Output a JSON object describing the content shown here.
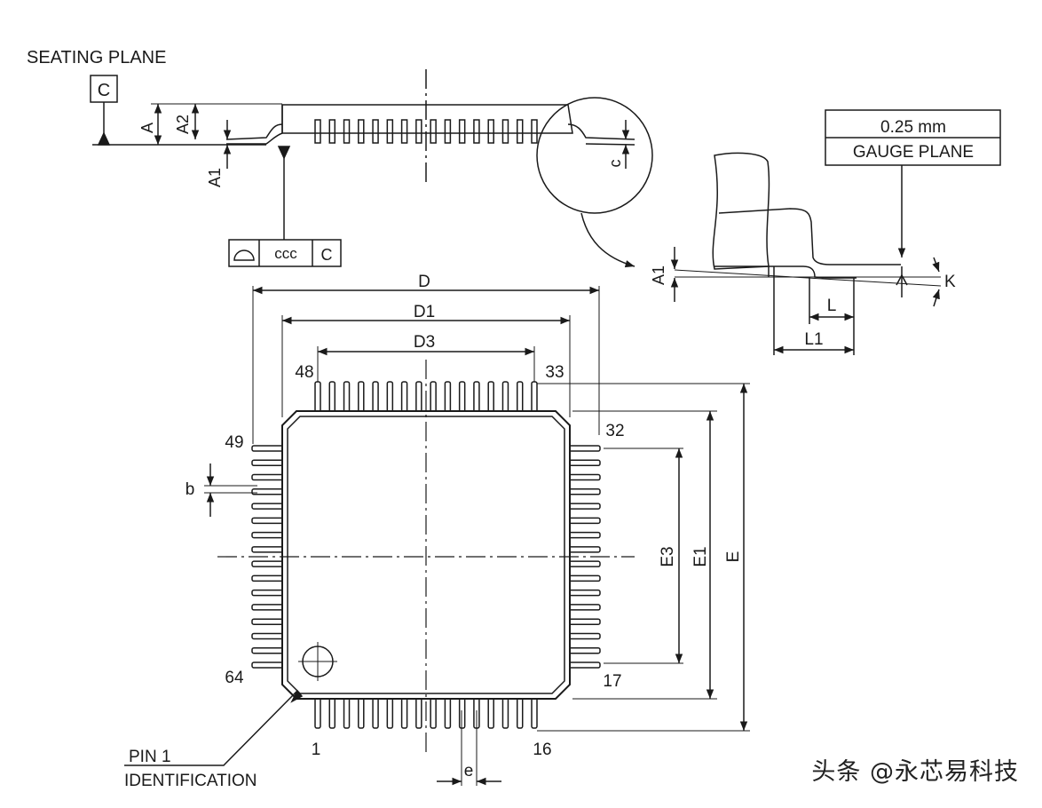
{
  "labels": {
    "seating_plane": "SEATING PLANE",
    "datum_c": "C",
    "gauge_value": "0.25 mm",
    "gauge_plane": "GAUGE PLANE",
    "pin1_line1": "PIN 1",
    "pin1_line2": "IDENTIFICATION",
    "fcf_tolerance": "ccc",
    "fcf_datum": "C"
  },
  "dimensions": {
    "A": "A",
    "A1": "A1",
    "A2": "A2",
    "c": "c",
    "K": "K",
    "L": "L",
    "L1": "L1",
    "D": "D",
    "D1": "D1",
    "D3": "D3",
    "E": "E",
    "E1": "E1",
    "E3": "E3",
    "b": "b",
    "e": "e"
  },
  "pins": {
    "p1": "1",
    "p16": "16",
    "p17": "17",
    "p32": "32",
    "p33": "33",
    "p48": "48",
    "p49": "49",
    "p64": "64"
  },
  "package": {
    "pins_per_side": 16
  },
  "watermark": "头条 @永芯易科技"
}
